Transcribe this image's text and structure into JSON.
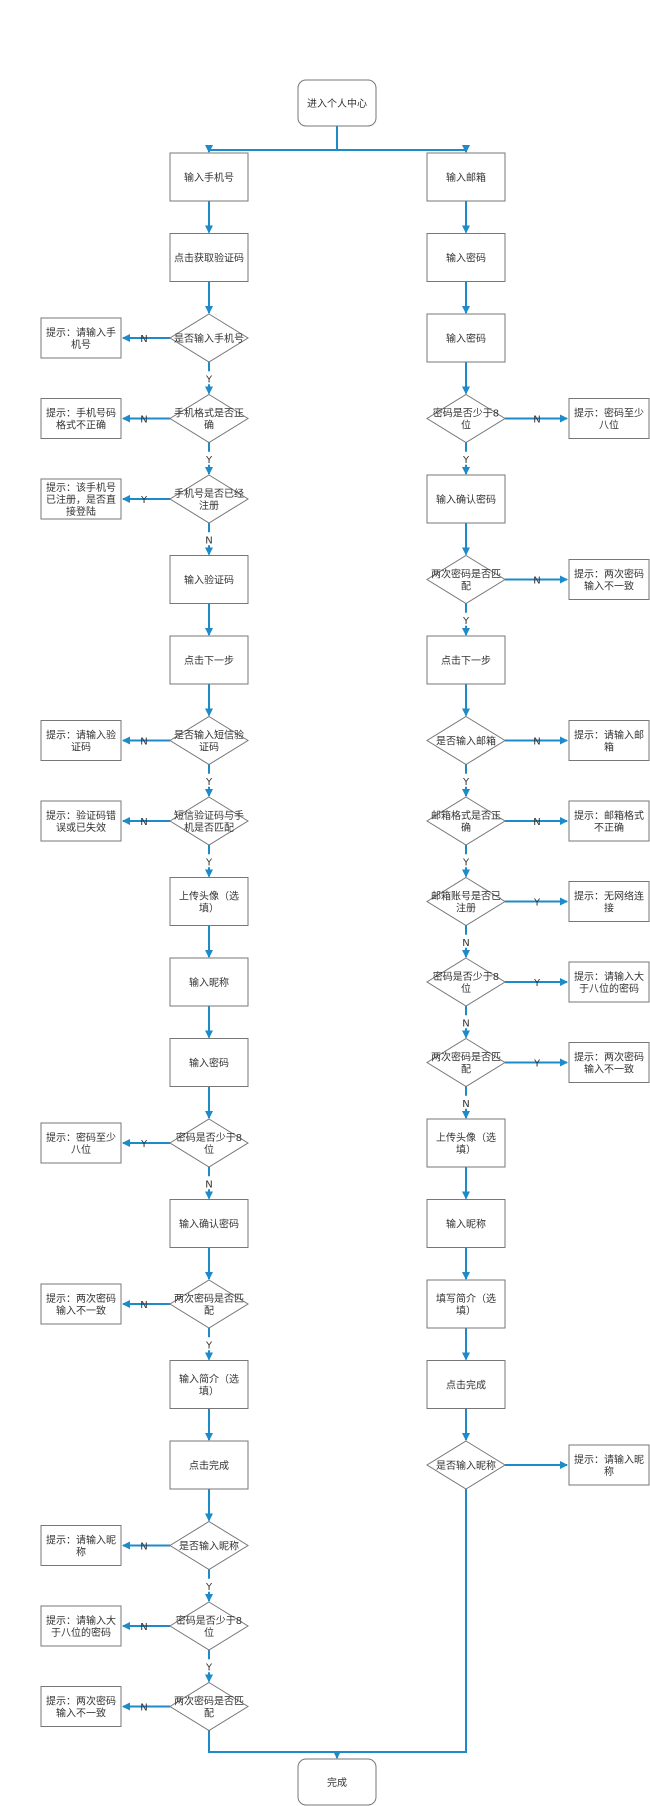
{
  "diagram": {
    "start": "进入个人中心",
    "end": "完成",
    "yes": "Y",
    "no": "N",
    "left_flow": [
      {
        "type": "box",
        "text": [
          "输入手机号"
        ]
      },
      {
        "type": "box",
        "text": [
          "点击获取验证码"
        ]
      },
      {
        "type": "dec",
        "text": [
          "是否输入手机号"
        ],
        "branch": "N",
        "tip": [
          "提示：请输入手",
          "机号"
        ],
        "next": "Y"
      },
      {
        "type": "dec",
        "text": [
          "手机格式是否正",
          "确"
        ],
        "branch": "N",
        "tip": [
          "提示：手机号码",
          "格式不正确"
        ],
        "next": "Y"
      },
      {
        "type": "dec",
        "text": [
          "手机号是否已经",
          "注册"
        ],
        "branch": "Y",
        "tip": [
          "提示：该手机号",
          "已注册，是否直",
          "接登陆"
        ],
        "next": "N"
      },
      {
        "type": "box",
        "text": [
          "输入验证码"
        ]
      },
      {
        "type": "box",
        "text": [
          "点击下一步"
        ]
      },
      {
        "type": "dec",
        "text": [
          "是否输入短信验",
          "证码"
        ],
        "branch": "N",
        "tip": [
          "提示：请输入验",
          "证码"
        ],
        "next": "Y"
      },
      {
        "type": "dec",
        "text": [
          "短信验证码与手",
          "机是否匹配"
        ],
        "branch": "N",
        "tip": [
          "提示：验证码错",
          "误或已失效"
        ],
        "next": "Y"
      },
      {
        "type": "box",
        "text": [
          "上传头像（选",
          "填）"
        ]
      },
      {
        "type": "box",
        "text": [
          "输入昵称"
        ]
      },
      {
        "type": "box",
        "text": [
          "输入密码"
        ]
      },
      {
        "type": "dec",
        "text": [
          "密码是否少于8",
          "位"
        ],
        "branch": "Y",
        "tip": [
          "提示：密码至少",
          "八位"
        ],
        "next": "N"
      },
      {
        "type": "box",
        "text": [
          "输入确认密码"
        ]
      },
      {
        "type": "dec",
        "text": [
          "两次密码是否匹",
          "配"
        ],
        "branch": "N",
        "tip": [
          "提示：两次密码",
          "输入不一致"
        ],
        "next": "Y"
      },
      {
        "type": "box",
        "text": [
          "输入简介（选",
          "填）"
        ]
      },
      {
        "type": "box",
        "text": [
          "点击完成"
        ]
      },
      {
        "type": "dec",
        "text": [
          "是否输入昵称"
        ],
        "branch": "N",
        "tip": [
          "提示：请输入昵",
          "称"
        ],
        "next": "Y"
      },
      {
        "type": "dec",
        "text": [
          "密码是否少于8",
          "位"
        ],
        "branch": "N",
        "tip": [
          "提示：请输入大",
          "于八位的密码"
        ],
        "next": "Y"
      },
      {
        "type": "dec",
        "text": [
          "两次密码是否匹",
          "配"
        ],
        "branch": "N",
        "tip": [
          "提示：两次密码",
          "输入不一致"
        ],
        "next": ""
      }
    ],
    "right_flow": [
      {
        "type": "box",
        "text": [
          "输入邮箱"
        ]
      },
      {
        "type": "box",
        "text": [
          "输入密码"
        ]
      },
      {
        "type": "box",
        "text": [
          "输入密码"
        ]
      },
      {
        "type": "dec",
        "text": [
          "密码是否少于8",
          "位"
        ],
        "branch": "N",
        "tip": [
          "提示：密码至少",
          "八位"
        ],
        "next": "Y"
      },
      {
        "type": "box",
        "text": [
          "输入确认密码"
        ]
      },
      {
        "type": "dec",
        "text": [
          "两次密码是否匹",
          "配"
        ],
        "branch": "N",
        "tip": [
          "提示：两次密码",
          "输入不一致"
        ],
        "next": "Y"
      },
      {
        "type": "box",
        "text": [
          "点击下一步"
        ]
      },
      {
        "type": "dec",
        "text": [
          "是否输入邮箱"
        ],
        "branch": "N",
        "tip": [
          "提示：请输入邮",
          "箱"
        ],
        "next": "Y"
      },
      {
        "type": "dec",
        "text": [
          "邮箱格式是否正",
          "确"
        ],
        "branch": "N",
        "tip": [
          "提示：邮箱格式",
          "不正确"
        ],
        "next": "Y"
      },
      {
        "type": "dec",
        "text": [
          "邮箱账号是否已",
          "注册"
        ],
        "branch": "Y",
        "tip": [
          "提示：无网络连",
          "接"
        ],
        "next": "N"
      },
      {
        "type": "dec",
        "text": [
          "密码是否少于8",
          "位"
        ],
        "branch": "Y",
        "tip": [
          "提示：请输入大",
          "于八位的密码"
        ],
        "next": "N"
      },
      {
        "type": "dec",
        "text": [
          "两次密码是否匹",
          "配"
        ],
        "branch": "Y",
        "tip": [
          "提示：两次密码",
          "输入不一致"
        ],
        "next": "N"
      },
      {
        "type": "box",
        "text": [
          "上传头像（选",
          "填）"
        ]
      },
      {
        "type": "box",
        "text": [
          "输入昵称"
        ]
      },
      {
        "type": "box",
        "text": [
          "填写简介（选",
          "填）"
        ]
      },
      {
        "type": "box",
        "text": [
          "点击完成"
        ]
      },
      {
        "type": "dec",
        "text": [
          "是否输入昵称"
        ],
        "branch": "",
        "tip": [
          "提示：请输入昵",
          "称"
        ],
        "next": ""
      }
    ],
    "colors": {
      "line": "#1d8ac9",
      "border": "#777777",
      "text": "#333333"
    }
  }
}
